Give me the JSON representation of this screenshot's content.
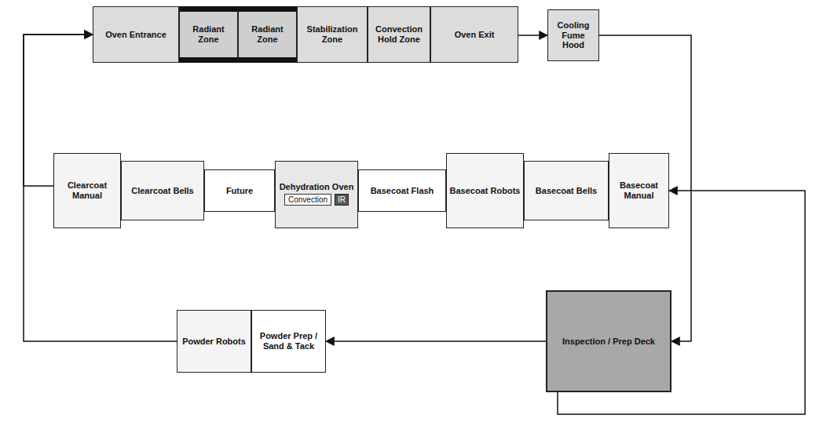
{
  "diagram": {
    "nodes": [
      {
        "text": [
          "Oven Entrance"
        ]
      },
      {
        "text": [
          "Radiant Zone"
        ]
      },
      {
        "text": [
          "Radiant Zone"
        ]
      },
      {
        "text": [
          "Stabilization Zone"
        ]
      },
      {
        "text": [
          "Convection Hold Zone"
        ]
      },
      {
        "text": [
          "Oven Exit"
        ]
      },
      {
        "text": [
          "Cooling Fume Hood"
        ]
      },
      {
        "text": [
          "Clearcoat Manual"
        ]
      },
      {
        "text": [
          "Clearcoat Bells"
        ]
      },
      {
        "text": [
          "Future"
        ]
      },
      {
        "text": [
          "Dehydration Oven",
          "Convection",
          "IR"
        ]
      },
      {
        "text": [
          "Basecoat Flash"
        ]
      },
      {
        "text": [
          "Basecoat Robots"
        ]
      },
      {
        "text": [
          "Basecoat Bells"
        ]
      },
      {
        "text": [
          "Basecoat Manual"
        ]
      },
      {
        "text": [
          "Powder Robots"
        ]
      },
      {
        "text": [
          "Powder Prep / Sand & Tack"
        ]
      },
      {
        "text": [
          "Inspection / Prep Deck"
        ]
      }
    ],
    "edges": [
      {
        "from": 7,
        "to": 0,
        "arrow": "to"
      },
      {
        "from": 15,
        "to": 0,
        "arrow": "to"
      },
      {
        "from": 5,
        "to": 6,
        "arrow": "to"
      },
      {
        "from": 6,
        "to": 17,
        "arrow": "to"
      },
      {
        "from": 17,
        "to": 14,
        "arrow": "to"
      },
      {
        "from": 17,
        "to": 16,
        "arrow": "to"
      }
    ]
  }
}
